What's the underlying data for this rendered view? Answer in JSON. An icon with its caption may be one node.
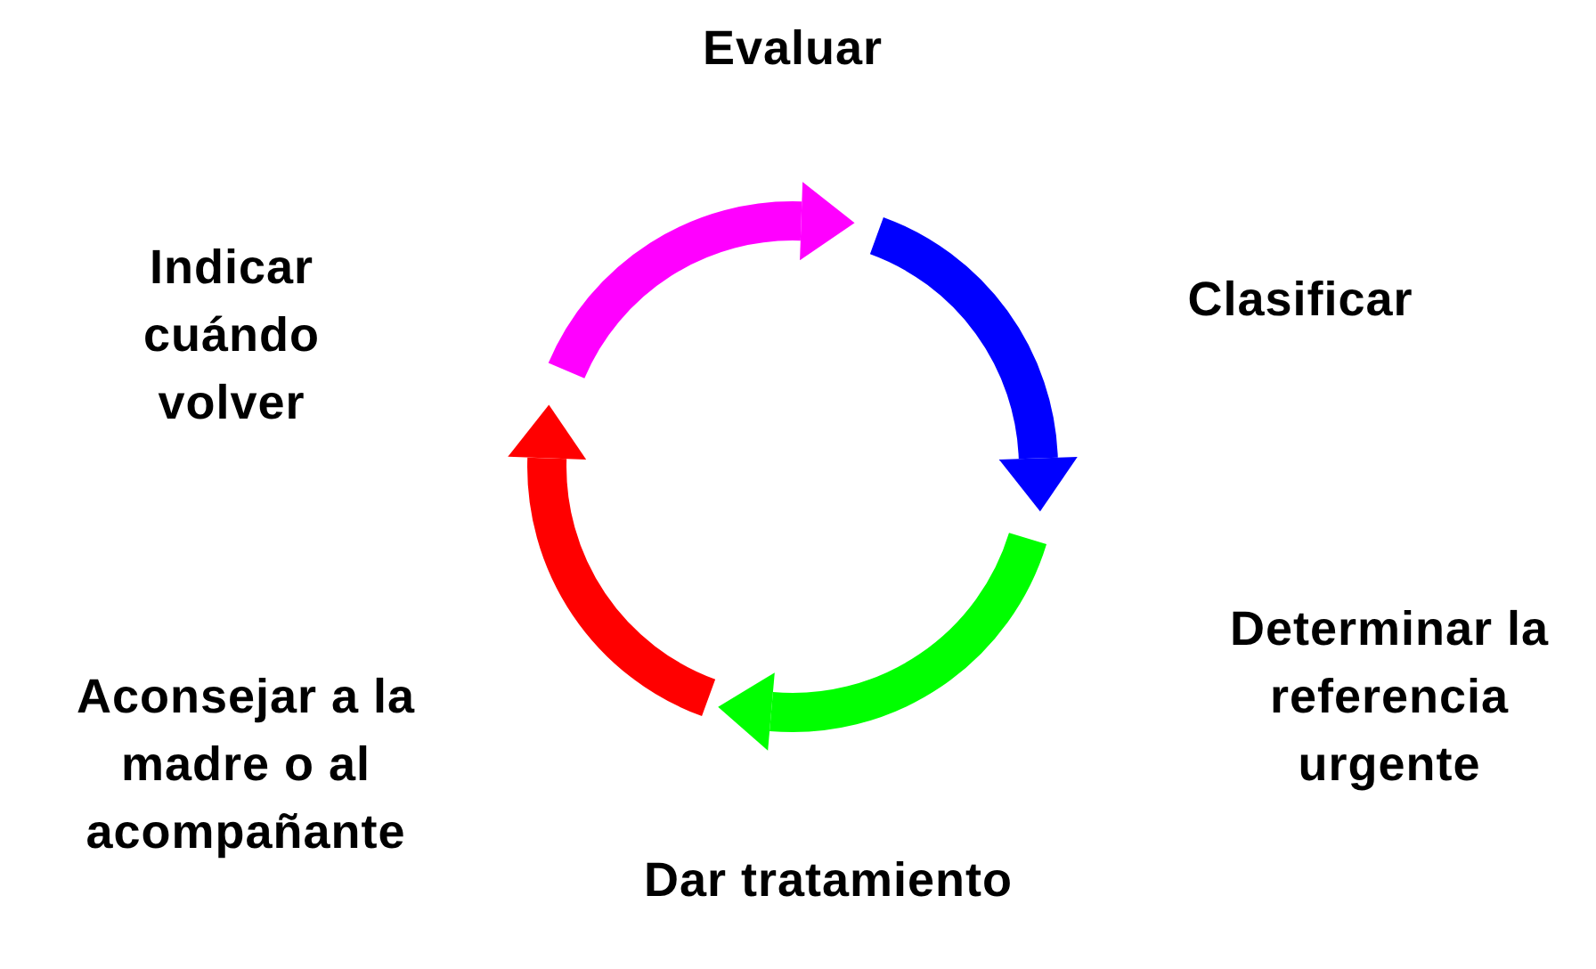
{
  "diagram": {
    "nodes": [
      {
        "text": [
          "Evaluar"
        ]
      },
      {
        "text": [
          "Clasificar"
        ]
      },
      {
        "text": [
          "Determinar la referencia urgente"
        ]
      },
      {
        "text": [
          "Dar tratamiento"
        ]
      },
      {
        "text": [
          "Aconsejar a la madre o al acompañante"
        ]
      },
      {
        "text": [
          "Indicar cuándo volver"
        ]
      }
    ]
  }
}
